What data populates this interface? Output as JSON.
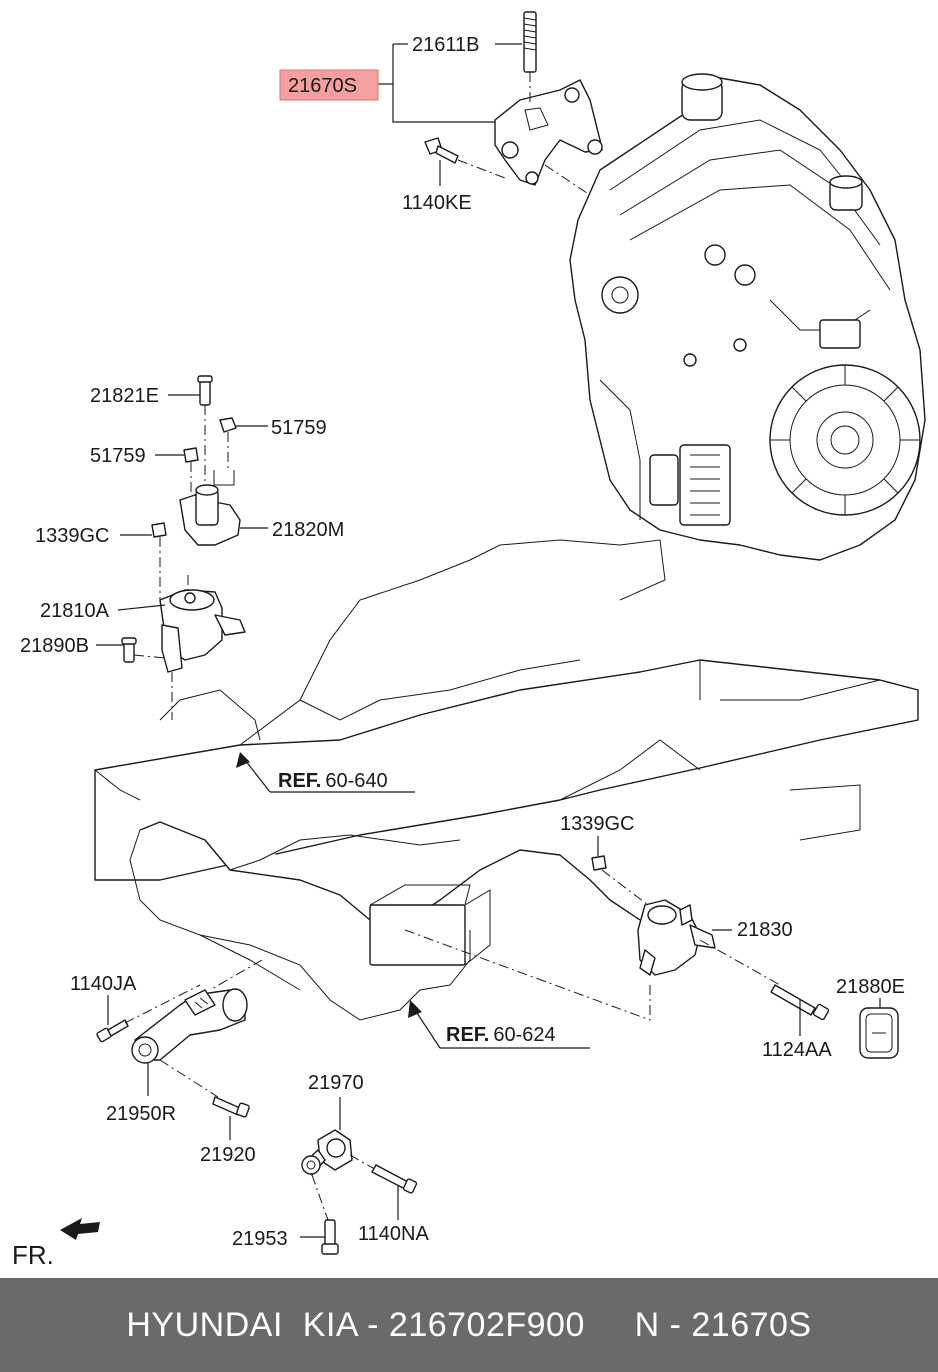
{
  "labels": {
    "p21611B": "21611B",
    "p21670S": "21670S",
    "p1140KE": "1140KE",
    "p21821E": "21821E",
    "p51759a": "51759",
    "p51759b": "51759",
    "p1339GCa": "1339GC",
    "p21820M": "21820M",
    "p21810A": "21810A",
    "p21890B": "21890B",
    "p1339GCb": "1339GC",
    "p21830": "21830",
    "p21880E": "21880E",
    "p1124AA": "1124AA",
    "p1140JA": "1140JA",
    "p21950R": "21950R",
    "p21920": "21920",
    "p21970": "21970",
    "p21953": "21953",
    "p1140NA": "1140NA",
    "fr": "FR."
  },
  "refs": {
    "ref1_prefix": "REF.",
    "ref1_num": "60-640",
    "ref2_prefix": "REF.",
    "ref2_num": "60-624"
  },
  "highlight_color": "#f4a0a0",
  "footer": {
    "text": "HYUNDAI  KIA - 216702F900     N - 21670S"
  }
}
